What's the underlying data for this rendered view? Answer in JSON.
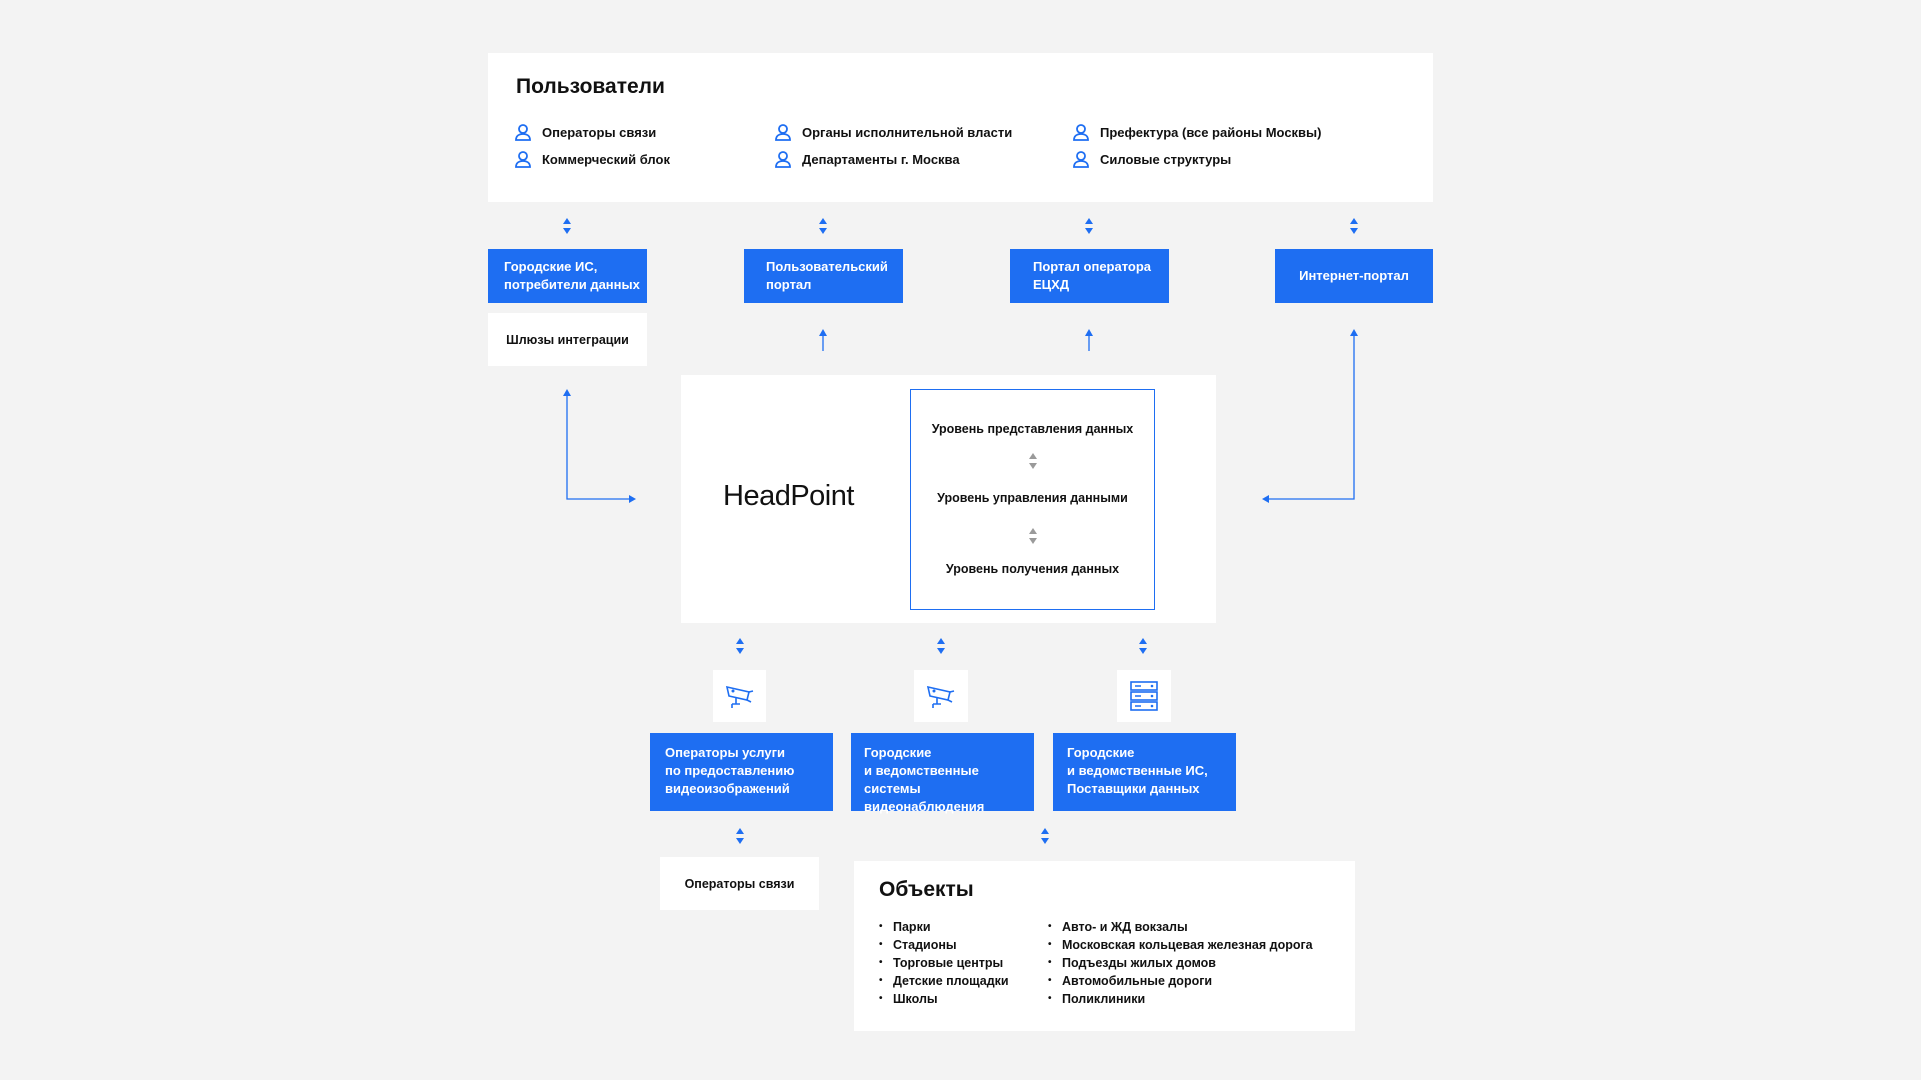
{
  "users": {
    "title": "Пользователи",
    "items": [
      "Операторы связи",
      "Коммерческий блок",
      "Органы исполнительной власти",
      "Департаменты г. Москва",
      "Префектура (все районы Москвы)",
      "Силовые структуры"
    ]
  },
  "blue_top": [
    "Городские ИС,\nпотребители данных",
    "Пользовательский\nпортал",
    "Портал оператора\nЕЦХД",
    "Интернет-портал"
  ],
  "gateway": "Шлюзы интеграции",
  "core": {
    "logo": "HeadPoint",
    "levels": [
      "Уровень представления данных",
      "Уровень управления данными",
      "Уровень получения данных"
    ]
  },
  "blue_bottom": [
    "Операторы услуги\nпо предоставлению\nвидеоизображений",
    "Городские\nи ведомственные\nсистемы видеонаблюдения",
    "Городские\nи ведомственные ИС,\nПоставщики данных"
  ],
  "bottom_icons": [
    "camera-icon",
    "camera-icon",
    "server-icon"
  ],
  "operators": "Операторы связи",
  "objects": {
    "title": "Объекты",
    "left": [
      "Парки",
      "Стадионы",
      "Торговые центры",
      "Детские площадки",
      "Школы"
    ],
    "right": [
      "Авто- и ЖД вокзалы",
      "Московская кольцевая железная дорога",
      "Подъезды жилых домов",
      "Автомобильные дороги",
      "Поликлиники"
    ]
  },
  "colors": {
    "accent": "#1e6ef2",
    "background": "#f3f3f3",
    "card": "#ffffff",
    "muted_arrow": "#9a9a9a"
  }
}
